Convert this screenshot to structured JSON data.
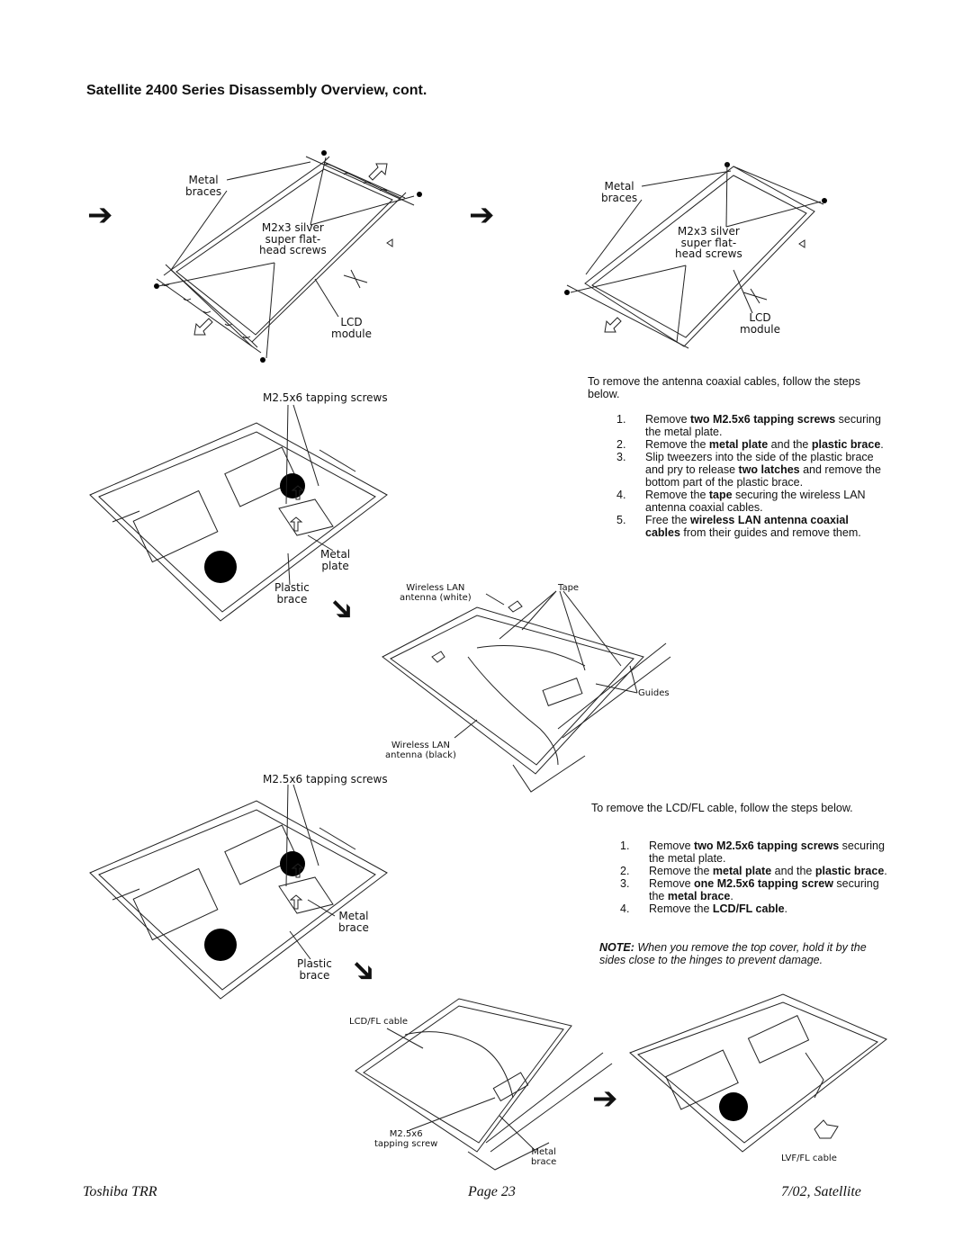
{
  "title": "Satellite 2400 Series Disassembly Overview, cont.",
  "figures": {
    "fig1": {
      "metal_braces": "Metal\nbraces",
      "screws": "M2x3 silver\nsuper flat-\nhead screws",
      "lcd": "LCD\nmodule"
    },
    "fig2": {
      "metal_braces": "Metal\nbraces",
      "screws": "M2x3 silver\nsuper flat-\nhead screws",
      "lcd": "LCD\nmodule"
    },
    "fig3": {
      "screws": "M2.5x6 tapping screws",
      "metal_plate": "Metal\nplate",
      "plastic_brace": "Plastic\nbrace"
    },
    "fig4": {
      "wlan_white": "Wireless LAN\nantenna (white)",
      "tape": "Tape",
      "guides": "Guides",
      "wlan_black": "Wireless LAN\nantenna (black)"
    },
    "fig5": {
      "screws": "M2.5x6 tapping screws",
      "metal_brace": "Metal\nbrace",
      "plastic_brace": "Plastic\nbrace"
    },
    "fig6": {
      "lcdfl_cable": "LCD/FL cable",
      "tapping_screw": "M2.5x6\ntapping screw",
      "metal_brace": "Metal\nbrace"
    },
    "fig7": {
      "lvffl_cable": "LVF/FL cable"
    }
  },
  "antenna_section": {
    "intro": "To remove the antenna coaxial cables, follow the steps below.",
    "steps": [
      {
        "num": "1.",
        "pre": "Remove ",
        "bold": "two M2.5x6 tapping screws",
        "post": " securing the metal plate."
      },
      {
        "num": "2.",
        "pre": "Remove the ",
        "bold": "metal plate",
        "mid": " and the ",
        "bold2": "plastic brace",
        "post": "."
      },
      {
        "num": "3.",
        "pre": "Slip tweezers into the side of the plastic brace and pry to release ",
        "bold": "two latches",
        "post": " and remove the bottom part of the plastic brace."
      },
      {
        "num": "4.",
        "pre": "Remove the ",
        "bold": "tape",
        "post": " securing the wireless LAN antenna coaxial cables."
      },
      {
        "num": "5.",
        "pre": "Free the ",
        "bold": "wireless LAN antenna coaxial cables",
        "post": " from their guides and remove them."
      }
    ]
  },
  "lcd_section": {
    "intro": "To remove the LCD/FL cable, follow the steps below.",
    "steps": [
      {
        "num": "1.",
        "pre": "Remove ",
        "bold": "two M2.5x6 tapping screws",
        "post": " securing the metal plate."
      },
      {
        "num": "2.",
        "pre": "Remove the ",
        "bold": "metal plate",
        "mid": " and the ",
        "bold2": "plastic brace",
        "post": "."
      },
      {
        "num": "3.",
        "pre": "Remove ",
        "bold": "one M2.5x6 tapping screw",
        "post": " securing the ",
        "bold3": "metal brace",
        "post2": "."
      },
      {
        "num": "4.",
        "pre": "Remove the ",
        "bold": "LCD/FL cable",
        "post": "."
      }
    ],
    "note_label": "NOTE:",
    "note_text": " When you remove the top cover, hold it by the sides close to the hinges to prevent damage."
  },
  "footer": {
    "left": "Toshiba TRR",
    "center": "Page 23",
    "right": "7/02, Satellite"
  }
}
